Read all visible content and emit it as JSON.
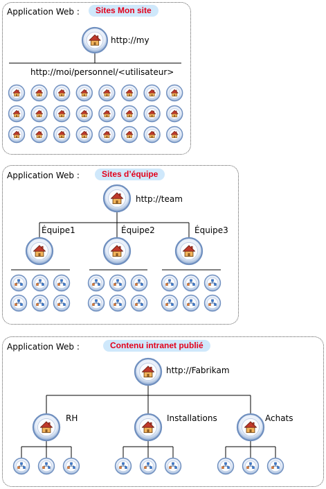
{
  "colors": {
    "badge_bg": "#cfe8fb",
    "badge_text": "#e3001b",
    "icon_ring": "#8aa7cf",
    "house_roof": "#c0392b",
    "house_body": "#f2b45c",
    "site_blue": "#3a7bd5"
  },
  "panels": [
    {
      "app_label": "Application Web :",
      "section": "Sites Mon site",
      "root_url": "http://my",
      "personal_url": "http://moi/personnel/<utilisateur>",
      "personal_icon": "house-icon",
      "grid_rows": 3,
      "grid_cols": 8
    },
    {
      "app_label": "Application Web :",
      "section": "Sites d’équipe",
      "root_url": "http://team",
      "teams": [
        "Équipe1",
        "Équipe2",
        "Équipe3"
      ],
      "subsite_icon": "sitemap-icon",
      "subsites_per_team": 6
    },
    {
      "app_label": "Application Web :",
      "section": "Contenu intranet publié",
      "root_url": "http://Fabrikam",
      "departments": [
        "RH",
        "Installations",
        "Achats"
      ],
      "subsite_icon": "sitemap-icon",
      "subsites_per_department": 3
    }
  ]
}
